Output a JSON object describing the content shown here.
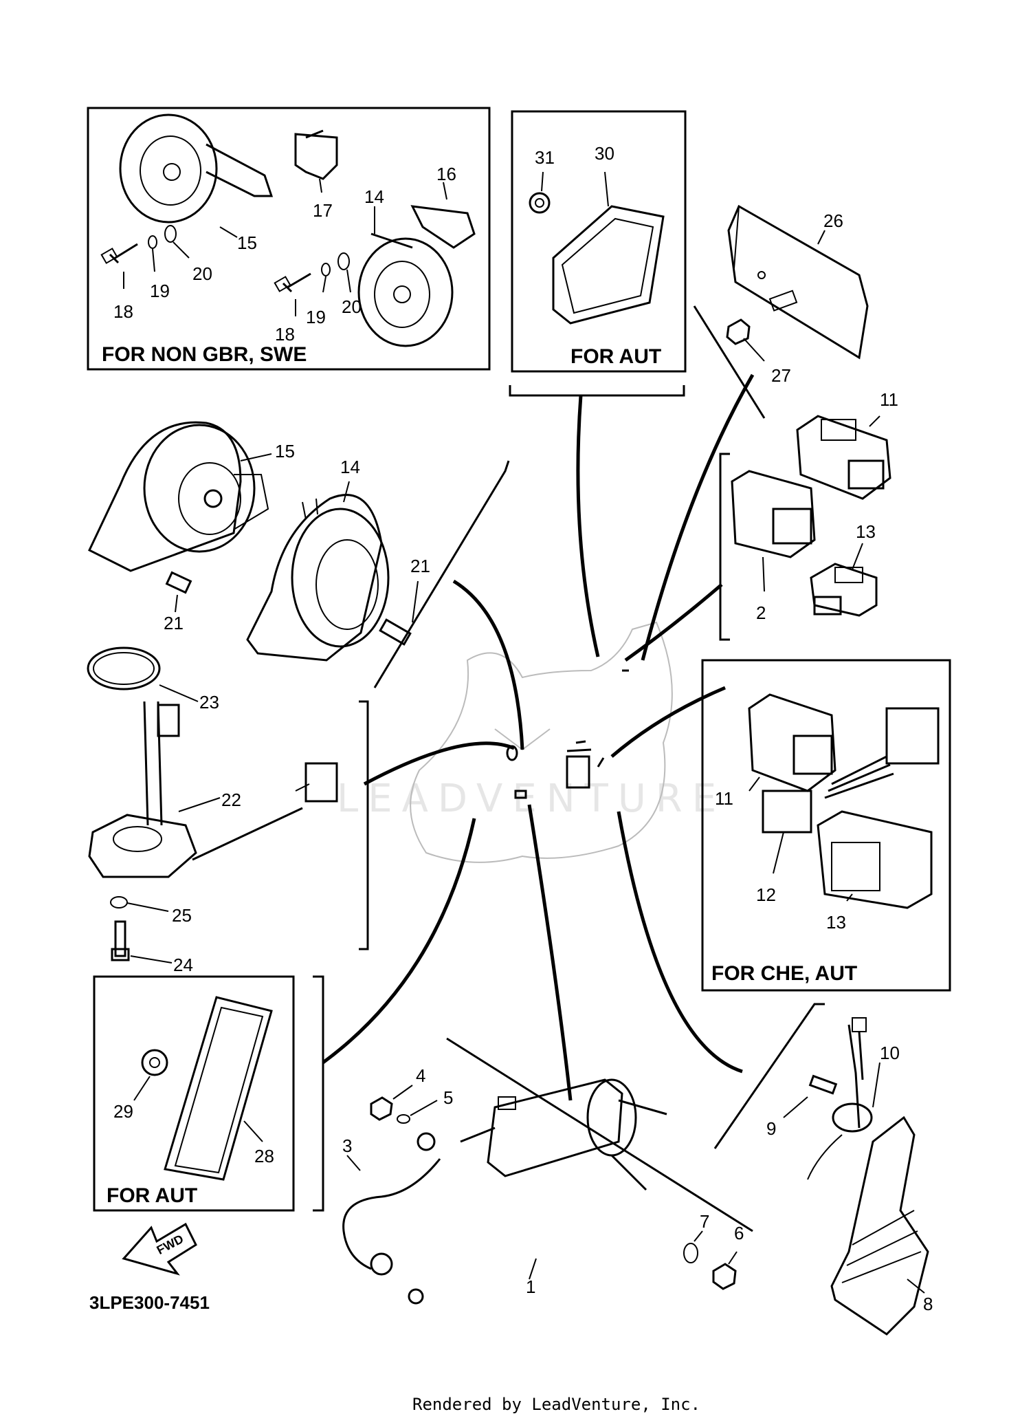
{
  "diagram": {
    "code": "3LPE300-7451",
    "watermark": "LEADVENTURE",
    "footer": "Rendered by LeadVenture, Inc.",
    "fwd_label": "FWD",
    "boxes": {
      "non_gbr": "FOR NON GBR, SWE",
      "aut_top": "FOR AUT",
      "che_aut": "FOR CHE, AUT",
      "aut_bottom": "FOR AUT"
    },
    "callouts": {
      "c15a": "15",
      "c17": "17",
      "c16": "16",
      "c14a": "14",
      "c18a": "18",
      "c19a": "19",
      "c20a": "20",
      "c18b": "18",
      "c19b": "19",
      "c20b": "20",
      "c31": "31",
      "c30": "30",
      "c26": "26",
      "c27": "27",
      "c15b": "15",
      "c14b": "14",
      "c21a": "21",
      "c21b": "21",
      "c11a": "11",
      "c2": "2",
      "c13a": "13",
      "c23": "23",
      "c22": "22",
      "c25": "25",
      "c24": "24",
      "c11b": "11",
      "c12": "12",
      "c13b": "13",
      "c29": "29",
      "c28": "28",
      "c4": "4",
      "c5": "5",
      "c3": "3",
      "c1": "1",
      "c7": "7",
      "c6": "6",
      "c9": "9",
      "c10": "10",
      "c8": "8"
    }
  }
}
